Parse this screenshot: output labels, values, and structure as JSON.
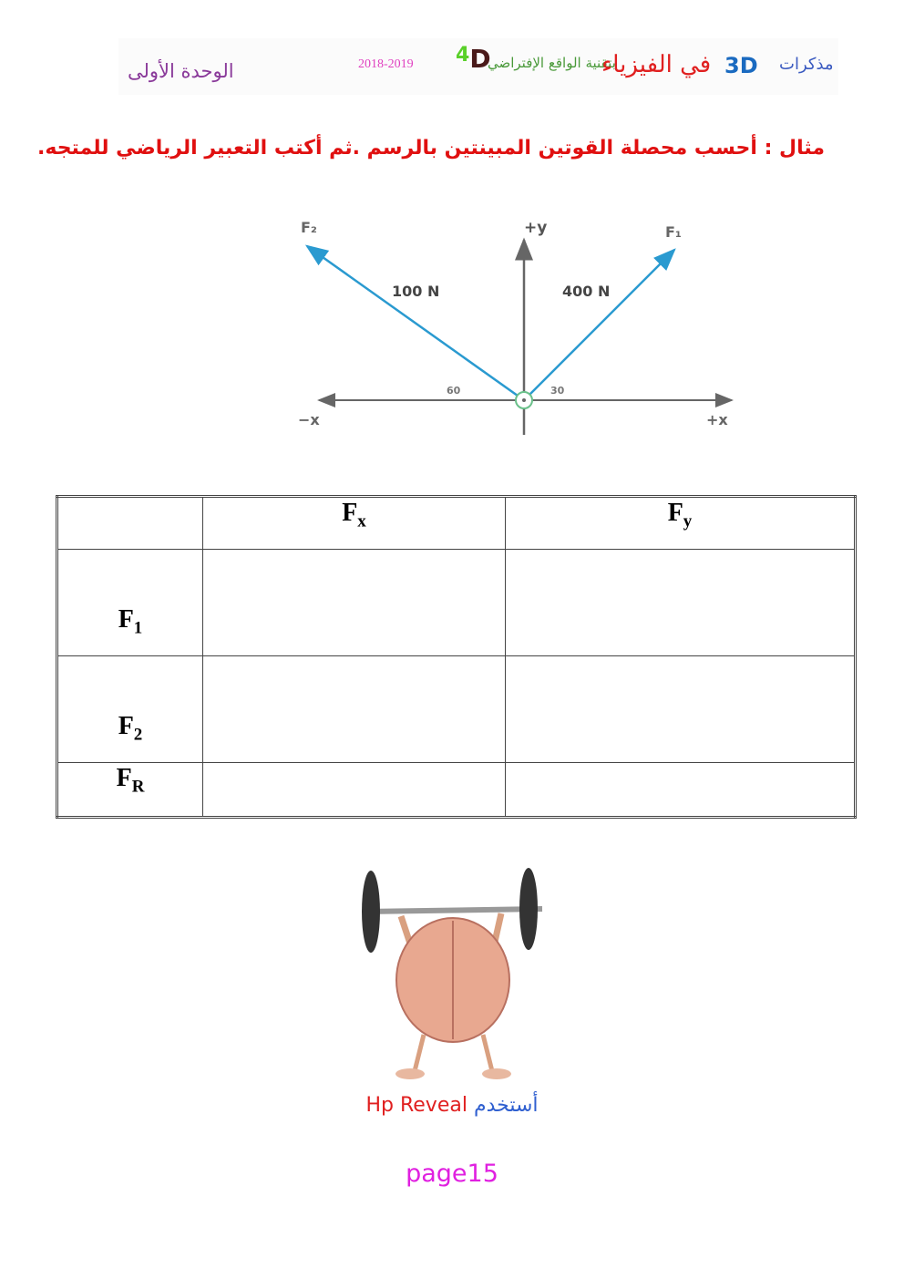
{
  "header": {
    "unit": "الوحدة الأولى",
    "year": "2018-2019",
    "brand_4d": "4",
    "brand_4d_letter": "D",
    "virtual_reality": "بتقنية الواقع الإفتراضي",
    "physics": "في الفيزياء",
    "three_d": "3D",
    "notes": "مذكرات"
  },
  "question": "مثال : أحسب محصلة القوتين المبينتين بالرسم  .ثم أكتب التعبير الرياضي للمتجه.",
  "diagram": {
    "f1_label": "F₁",
    "f2_label": "F₂",
    "f1_magnitude": "400 N",
    "f2_magnitude": "100 N",
    "angle_f1": "30",
    "angle_f2": "60",
    "plus_y": "+y",
    "plus_x": "+x",
    "minus_x": "−x"
  },
  "table": {
    "headers": [
      "",
      "F",
      "x",
      "F",
      "y"
    ],
    "rows": [
      {
        "label": "F",
        "sub": "1"
      },
      {
        "label": "F",
        "sub": "2"
      },
      {
        "label": "F",
        "sub": "R"
      }
    ]
  },
  "footer": {
    "hp": "Hp Reveal",
    "use": "أستخدم",
    "page": "page15"
  }
}
